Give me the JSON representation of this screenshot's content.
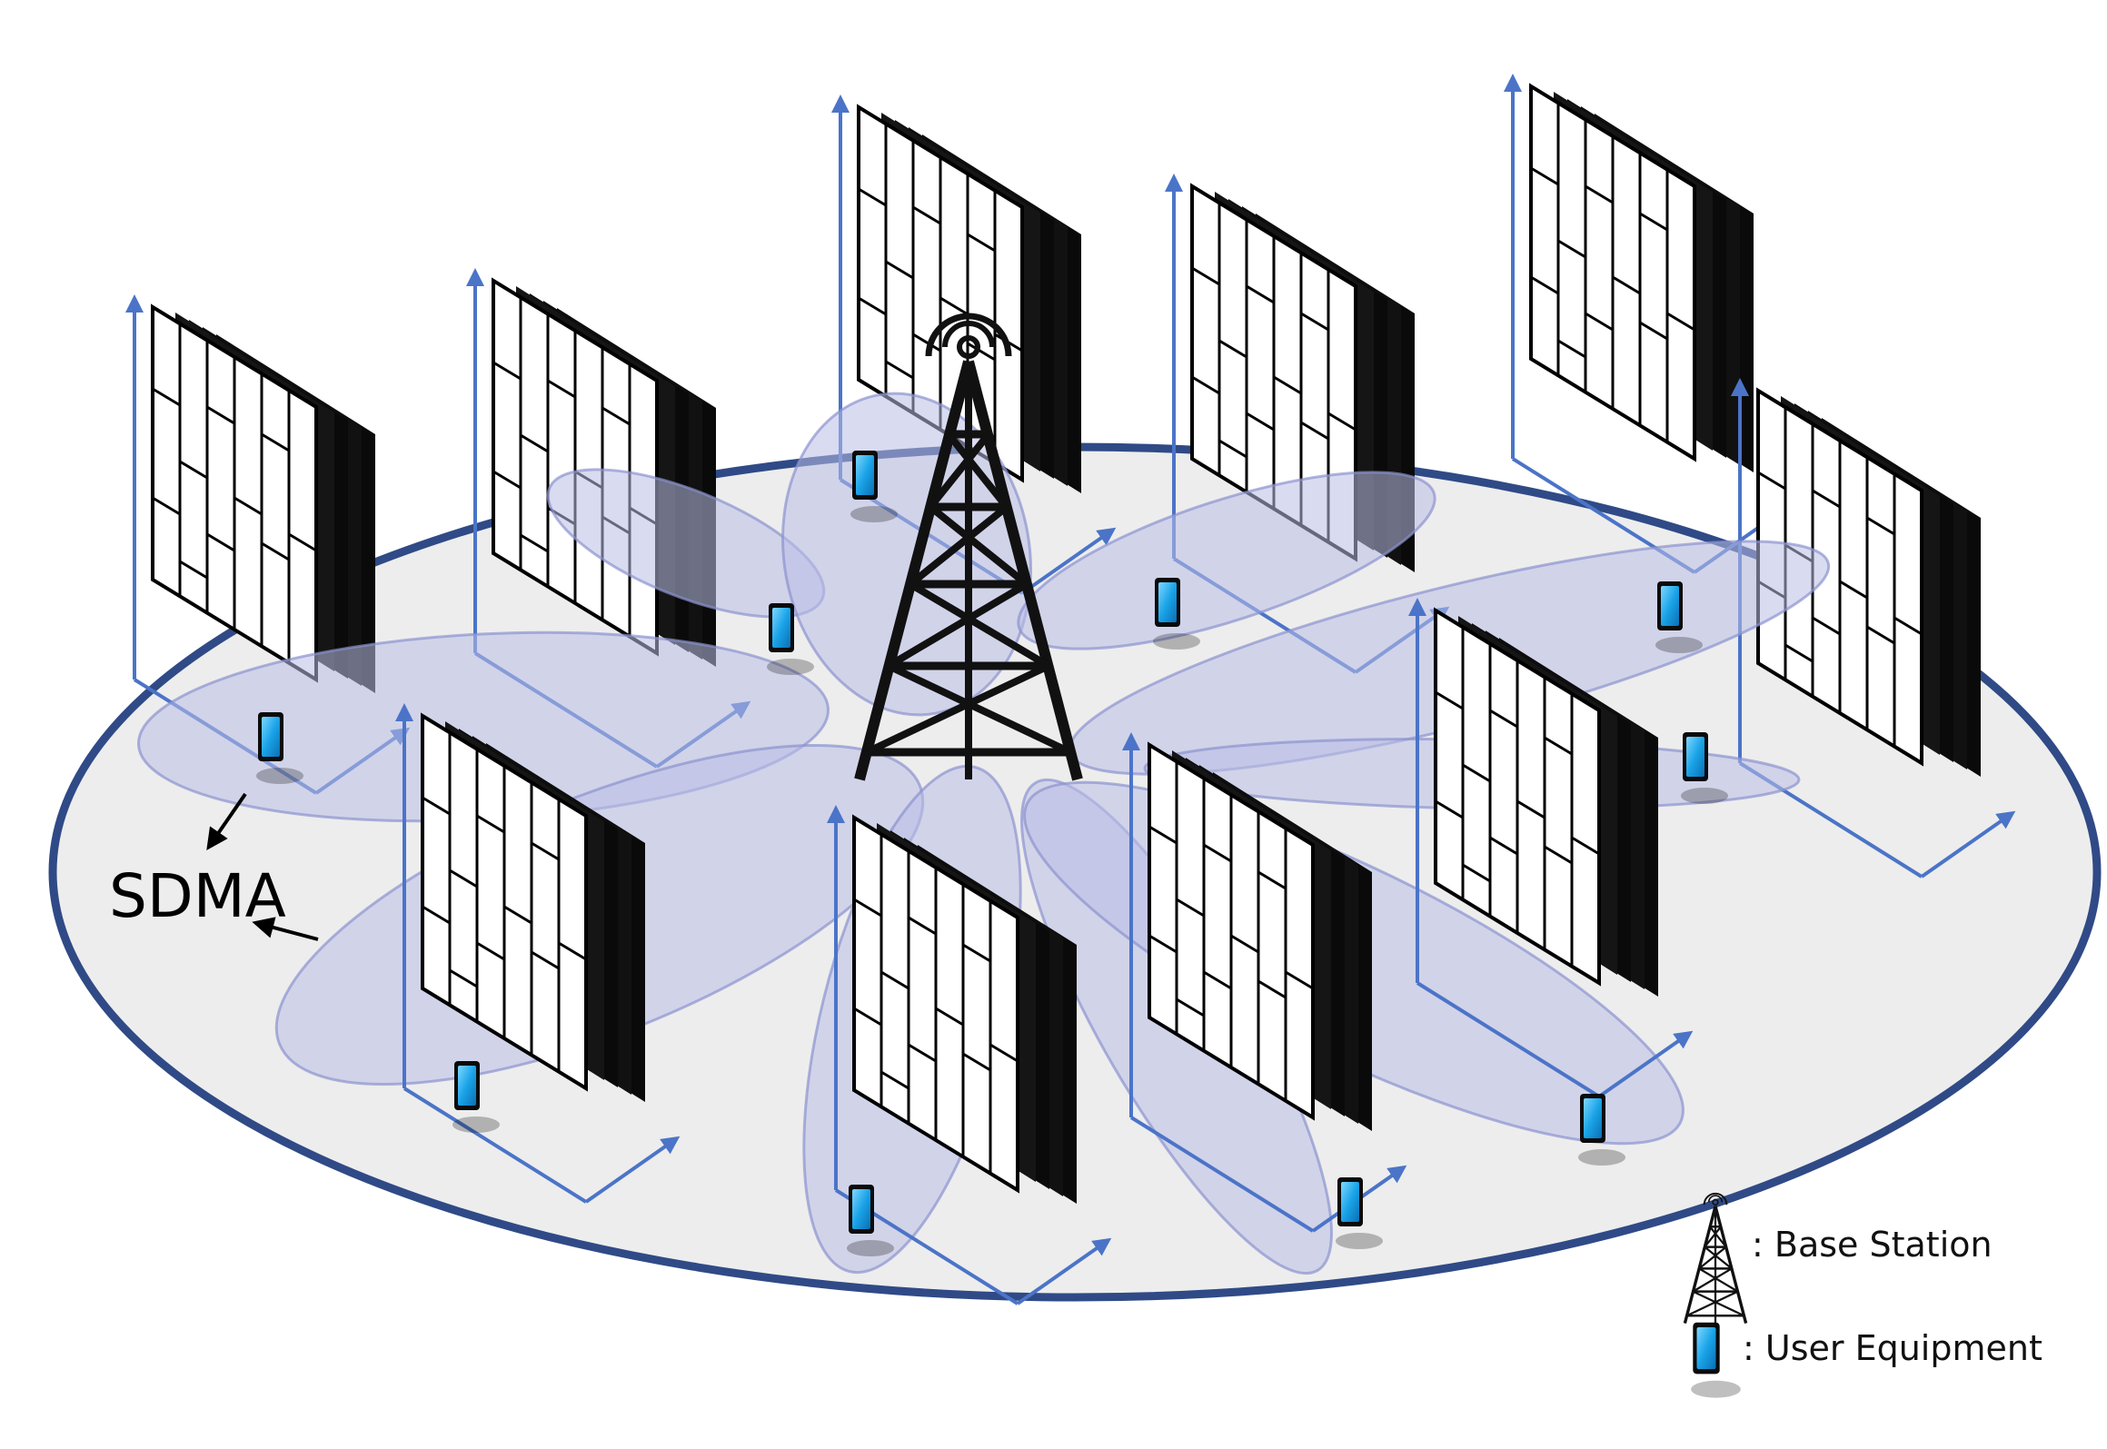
{
  "annotation": {
    "label": "SDMA"
  },
  "legend": [
    {
      "icon": "base-station-icon",
      "text": ": Base Station"
    },
    {
      "icon": "user-equipment-icon",
      "text": ": User Equipment"
    }
  ],
  "colors": {
    "ground_fill": "#ededed",
    "ground_ring": "#2f4a86",
    "beam_fill": "#b9bde6",
    "beam_stroke": "#8b93cf",
    "axis_arrow": "#4b74c8",
    "panel_dark": "#0a0a0a",
    "ue_screen": "#1aa3e8"
  }
}
